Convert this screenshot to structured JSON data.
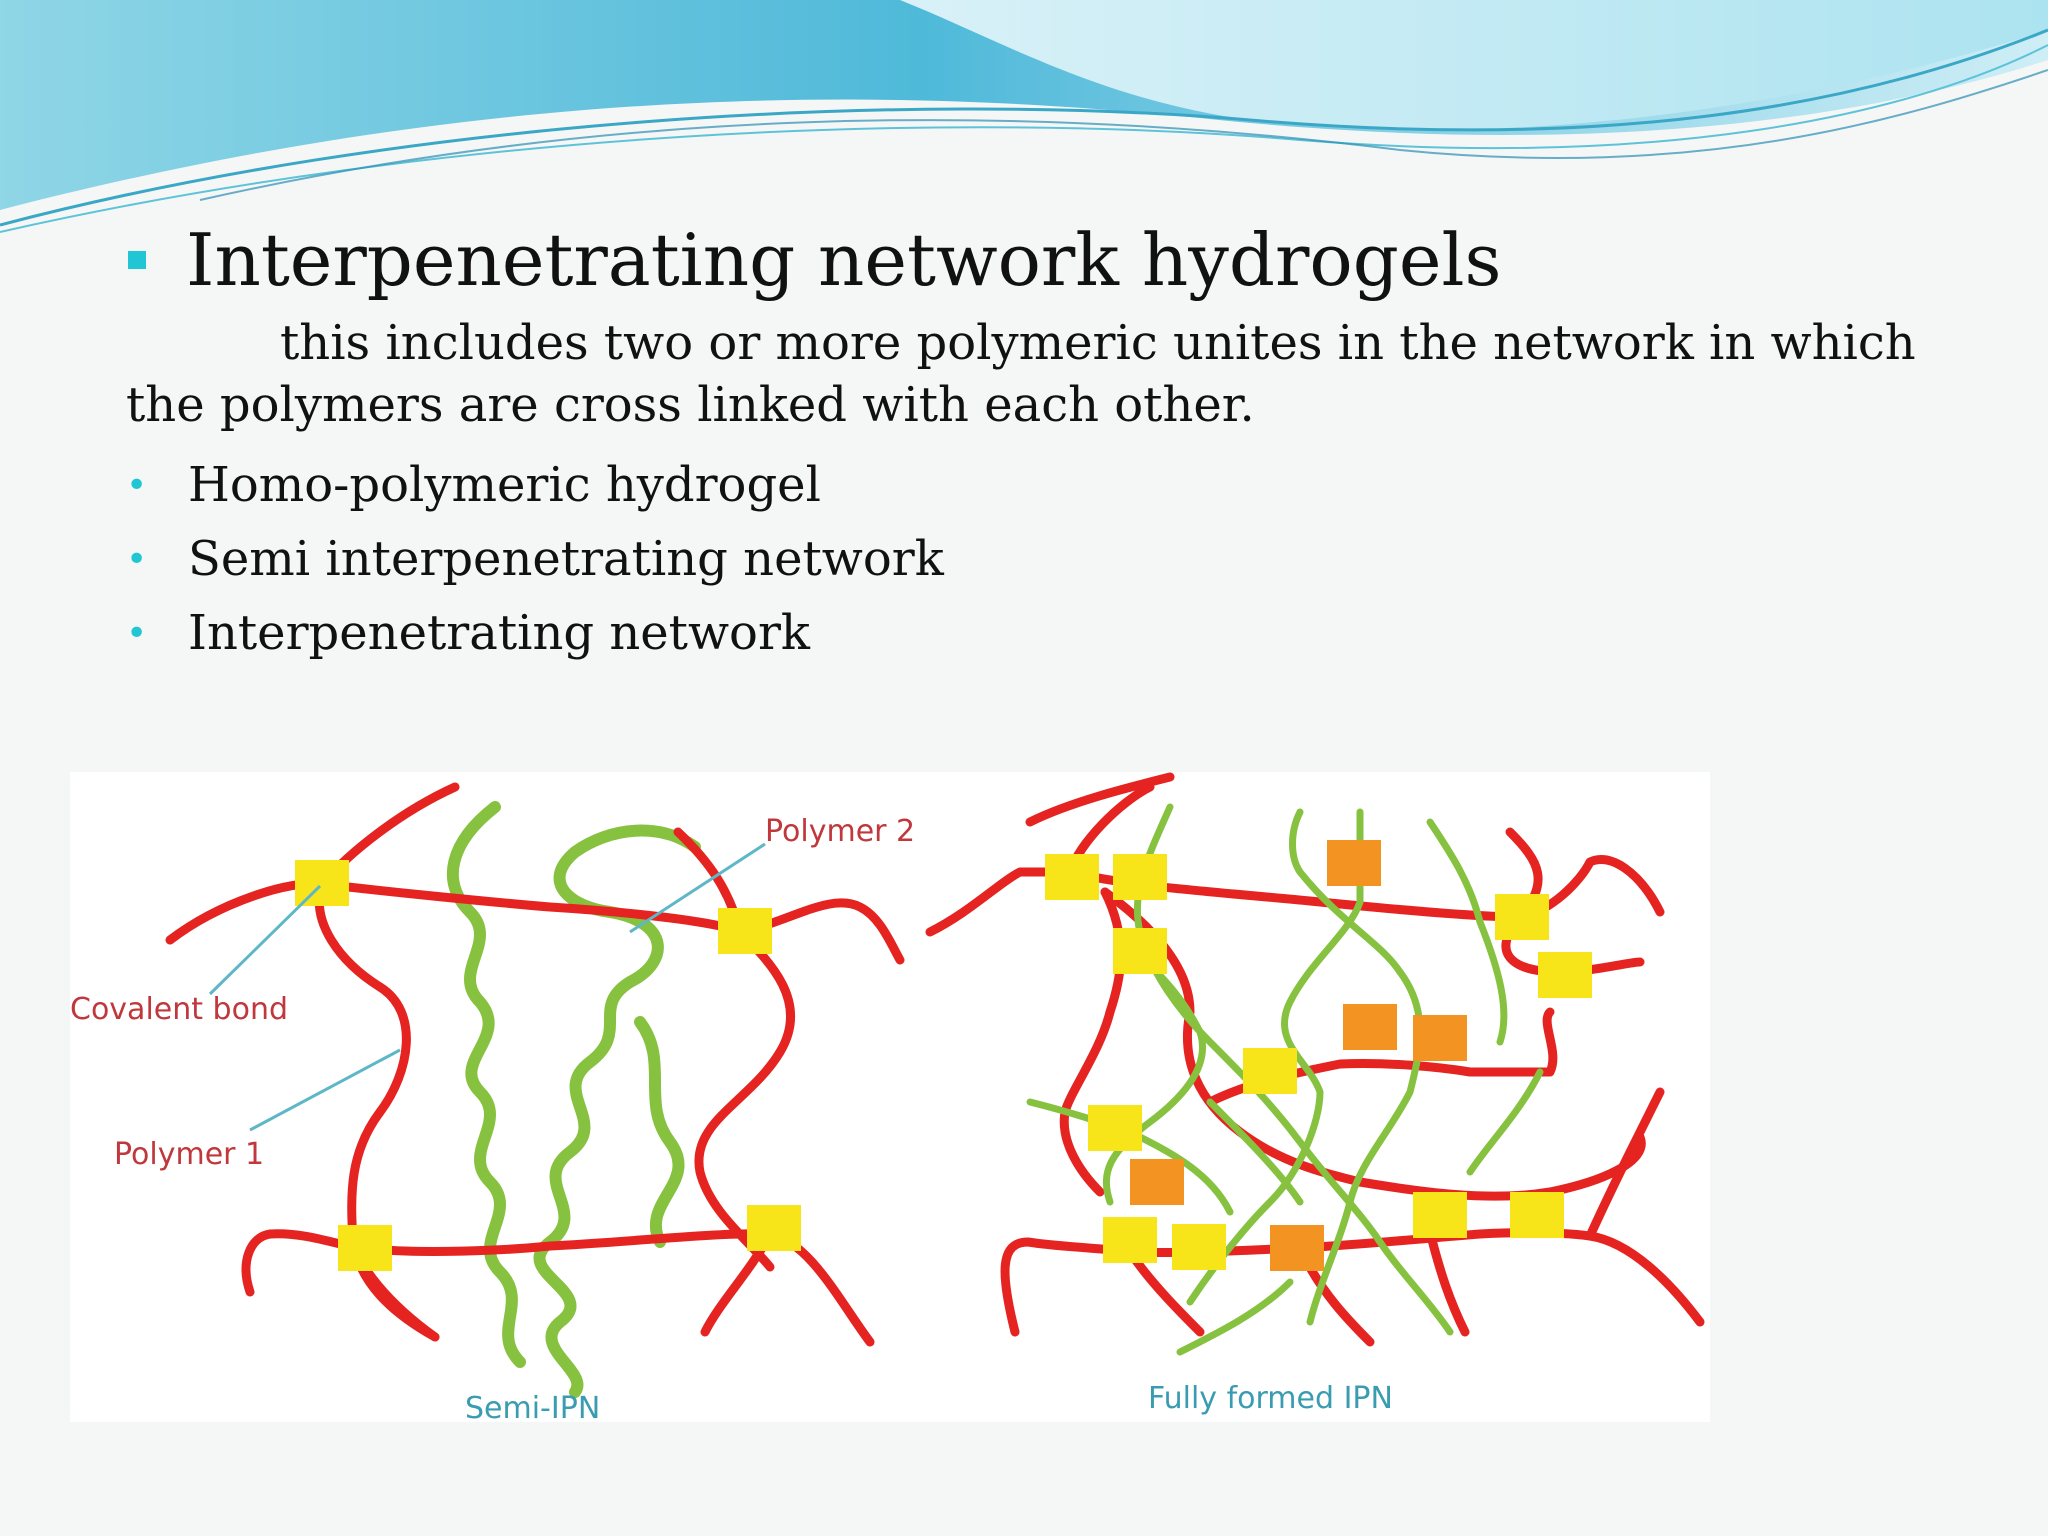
{
  "slide": {
    "title": "Interpenetrating network hydrogels",
    "description": "this includes two or more polymeric unites in the network in which the polymers are cross linked with each other.",
    "list": [
      "Homo-polymeric hydrogel",
      "Semi interpenetrating network",
      "Interpenetrating network"
    ]
  },
  "diagram": {
    "labels": {
      "polymer2": "Polymer 2",
      "covalent_bond": "Covalent bond",
      "polymer1": "Polymer 1",
      "semi_ipn": "Semi-IPN",
      "fully_formed_ipn": "Fully formed IPN"
    }
  },
  "colors": {
    "accent": "#20c6d3",
    "polymer1": "#e52421",
    "polymer2": "#86c23f",
    "crosslink": "#f7e51a",
    "crosslink_alt": "#f39322",
    "label_red": "#c0373c",
    "label_teal": "#3a9cb0"
  }
}
